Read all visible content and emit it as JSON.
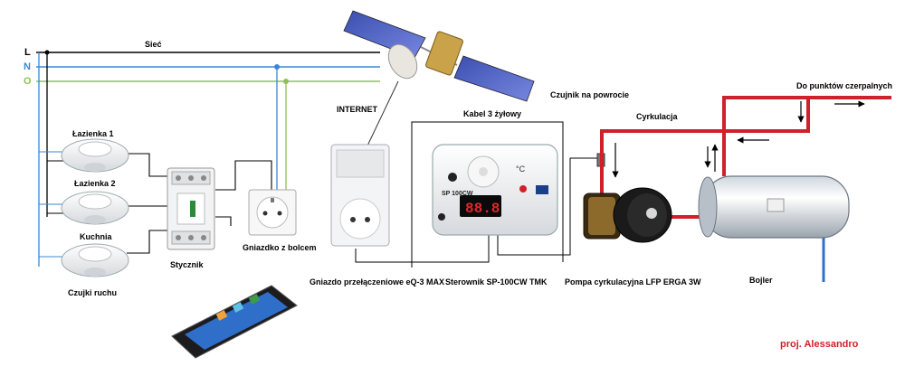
{
  "bus_lines": {
    "l": "L",
    "n": "N",
    "o": "O",
    "siec": "Sieć"
  },
  "labels": {
    "lazienka1": "Łazienka  1",
    "lazienka2": "Łazienka 2",
    "kuchnia": "Kuchnia",
    "czujki": "Czujki ruchu",
    "stycznik": "Stycznik",
    "gniazdko": "Gniazdko z bolcem",
    "internet": "INTERNET",
    "gniazdo_eq3": "Gniazdo przełączeniowe eQ-3 MAX",
    "kabel": "Kabel 3 żyłowy",
    "sterownik": "Sterownik SP-100CW TMK",
    "czujnik": "Czujnik na powrocie",
    "cyrkulacja": "Cyrkulacja",
    "pompa": "Pompa cyrkulacyjna  LFP ERGA 3W",
    "bojler": "Bojler",
    "punkty": "Do punktów czerpalnych"
  },
  "controller": {
    "model": "SP 100CW",
    "display": "88.8",
    "unit": "°C"
  },
  "credit": "proj. Alessandro",
  "colors": {
    "line_l": "#000000",
    "line_n": "#3b87d6",
    "line_o": "#8fbf5a",
    "pipe_hot": "#d0212a",
    "pipe_cold": "#2f6fd0",
    "credit": "#d0212a"
  },
  "icons": [
    "satellite-icon",
    "smartphone-icon",
    "motion-sensor-icon",
    "contactor-icon",
    "wall-socket-icon",
    "switch-plug-icon",
    "controller-icon",
    "pump-icon",
    "boiler-icon",
    "arrow-icon"
  ]
}
